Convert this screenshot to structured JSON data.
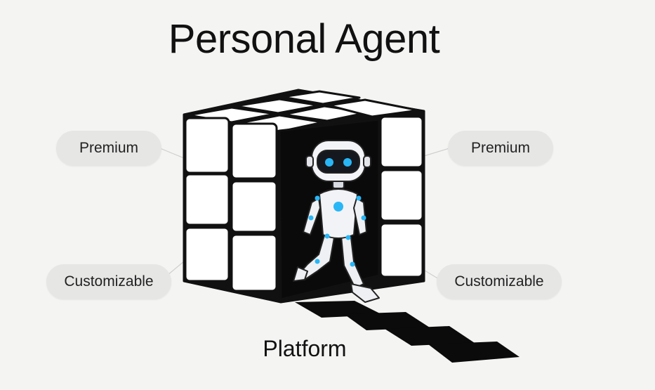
{
  "title": "Personal Agent",
  "left_labels": [
    "Premium",
    "Customizable"
  ],
  "right_labels": [
    "Premium",
    "Customizable"
  ],
  "footer_label": "Platform",
  "icons": [
    "robot-icon",
    "cube-icon"
  ],
  "colors": {
    "background": "#f4f4f3",
    "pill": "#e6e6e5",
    "ink": "#111111",
    "robot_eye": "#29b6f6"
  }
}
